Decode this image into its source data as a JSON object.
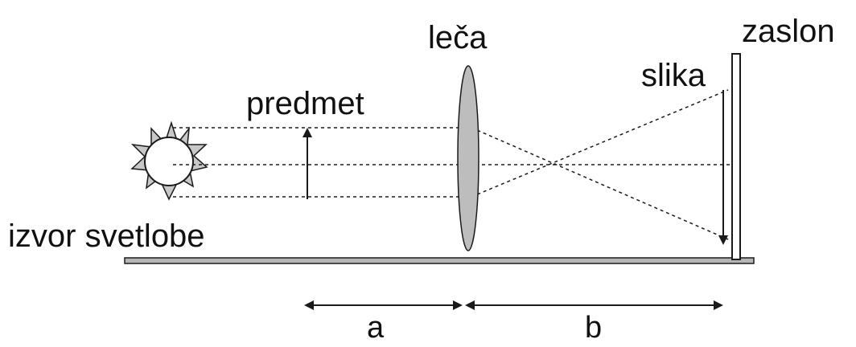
{
  "labels": {
    "lens": "leča",
    "screen": "zaslon",
    "image": "slika",
    "object": "predmet",
    "source": "izvor svetlobe",
    "distance_a": "a",
    "distance_b": "b"
  },
  "colors": {
    "lens_fill": "#bdbdbd",
    "rail_fill": "#b5b5b5",
    "stroke": "#1a1a1a",
    "sun_rays": "#c8c8c8"
  },
  "icons": {
    "source": "sun-icon"
  }
}
